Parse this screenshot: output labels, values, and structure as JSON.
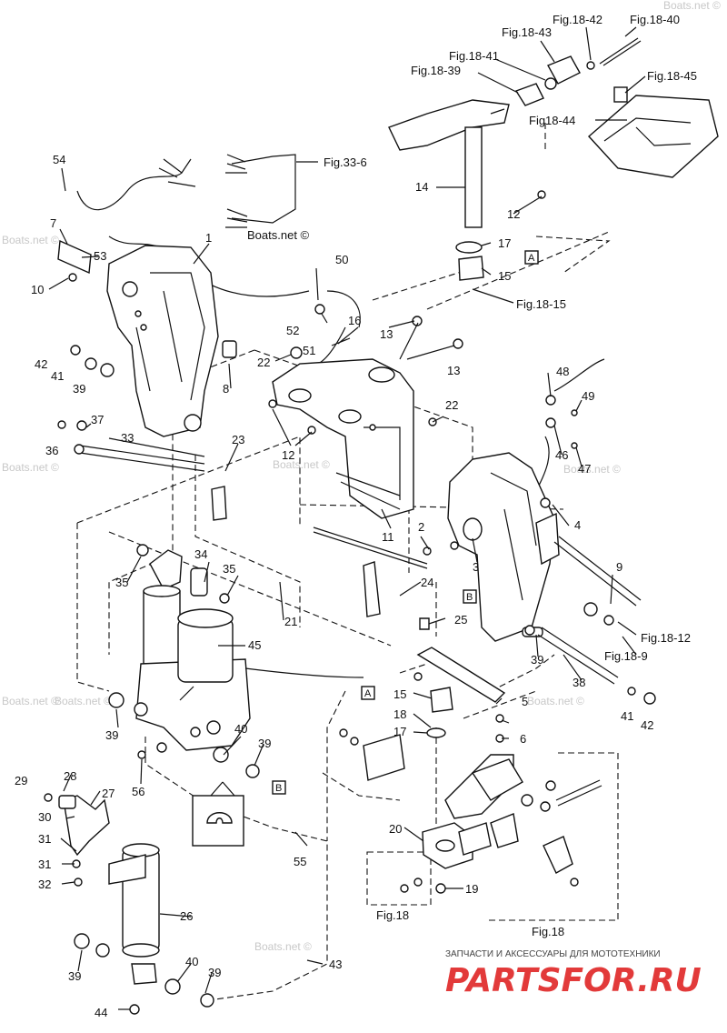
{
  "watermark": "Boats.net ©",
  "footer": {
    "tagline": "ЗАПЧАСТИ И АКСЕССУАРЫ ДЛЯ МОТОТЕХНИКИ",
    "brand": "PARTSFOR.RU"
  },
  "fig_refs": {
    "f18_43": "Fig.18-43",
    "f18_42": "Fig.18-42",
    "f18_40": "Fig.18-40",
    "f18_41": "Fig.18-41",
    "f18_39": "Fig.18-39",
    "f18_45": "Fig.18-45",
    "f18_44": "Fig18-44",
    "f33_6": "Fig.33-6",
    "f18_15": "Fig.18-15",
    "f18_12": "Fig.18-12",
    "f18_9": "Fig.18-9",
    "f18_a": "Fig.18",
    "f18_b": "Fig.18"
  },
  "box_markers": {
    "a_top": "A",
    "a_mid": "A",
    "b_right": "B",
    "b_bottom": "B"
  },
  "callouts": {
    "c1": "1",
    "c2": "2",
    "c3": "3",
    "c4": "4",
    "c5": "5",
    "c6": "6",
    "c7": "7",
    "c8": "8",
    "c9": "9",
    "c10": "10",
    "c11": "11",
    "c12a": "12",
    "c12b": "12",
    "c13a": "13",
    "c13b": "13",
    "c14": "14",
    "c15a": "15",
    "c15b": "15",
    "c16": "16",
    "c17a": "17",
    "c17b": "17",
    "c18": "18",
    "c19": "19",
    "c20": "20",
    "c21": "21",
    "c22a": "22",
    "c22b": "22",
    "c23": "23",
    "c24": "24",
    "c25": "25",
    "c26": "26",
    "c27": "27",
    "c28": "28",
    "c29": "29",
    "c30": "30",
    "c31a": "31",
    "c31b": "31",
    "c32": "32",
    "c33": "33",
    "c34": "34",
    "c35a": "35",
    "c35b": "35",
    "c36": "36",
    "c37": "37",
    "c38": "38",
    "c39a": "39",
    "c39b": "39",
    "c39c": "39",
    "c39d": "39",
    "c39e": "39",
    "c39f": "39",
    "c40a": "40",
    "c40b": "40",
    "c41a": "41",
    "c41b": "41",
    "c42a": "42",
    "c42b": "42",
    "c43": "43",
    "c44": "44",
    "c45": "45",
    "c46": "46",
    "c47": "47",
    "c48": "48",
    "c49": "49",
    "c50": "50",
    "c51": "51",
    "c52": "52",
    "c53": "53",
    "c54": "54",
    "c55": "55",
    "c56": "56"
  }
}
